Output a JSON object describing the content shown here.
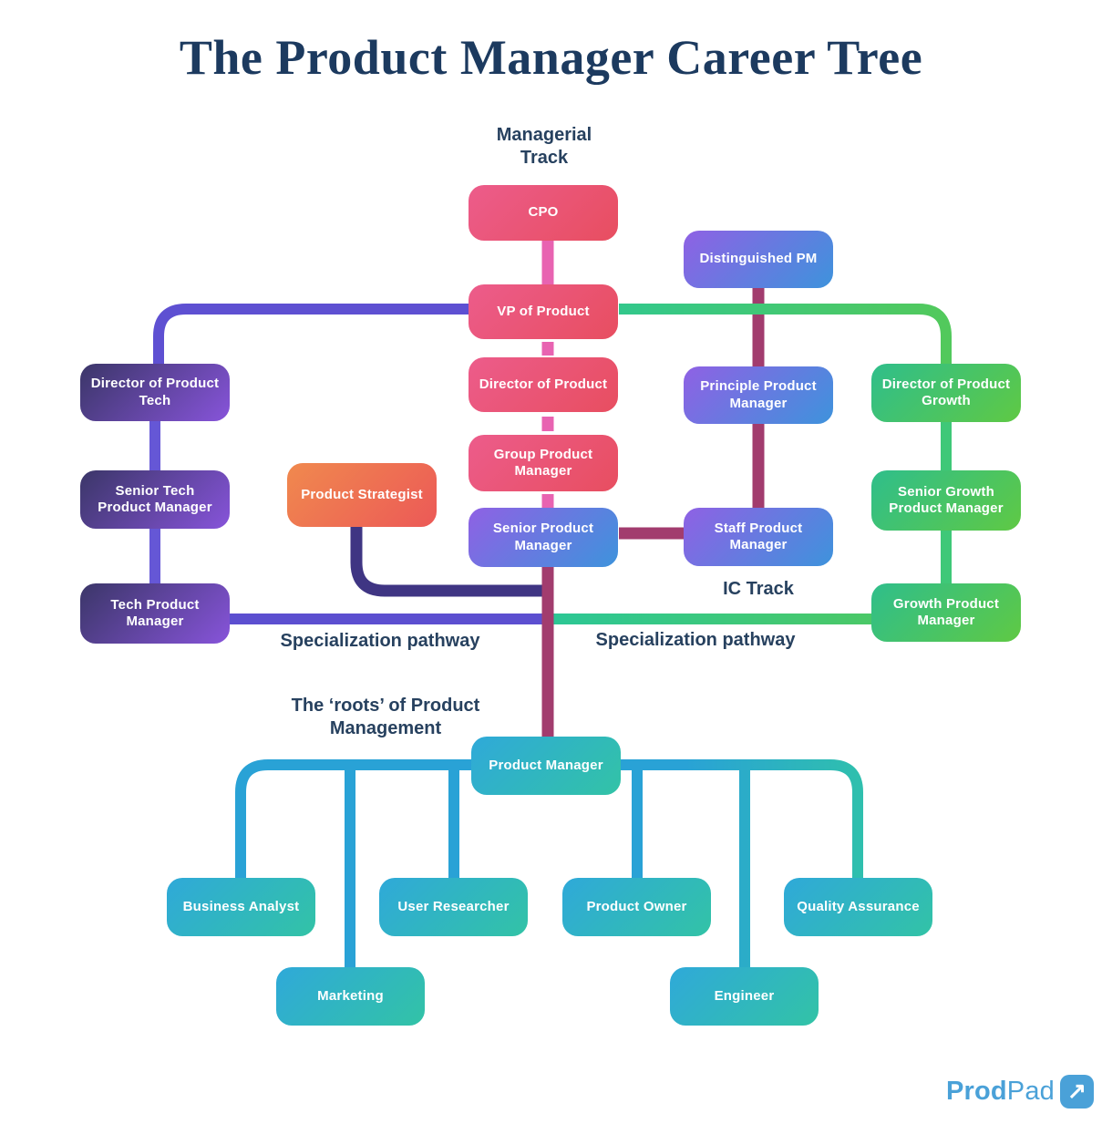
{
  "title": "The Product Manager Career Tree",
  "labels": {
    "managerial_track": "Managerial\nTrack",
    "ic_track": "IC Track",
    "specialization_left": "Specialization pathway",
    "specialization_right": "Specialization pathway",
    "roots": "The ‘roots’ of Product\nManagement"
  },
  "nodes": {
    "cpo": "CPO",
    "vp_of_product": "VP of Product",
    "director_of_product": "Director of Product",
    "group_product_manager": "Group Product\nManager",
    "senior_product_manager": "Senior Product\nManager",
    "distinguished_pm": "Distinguished PM",
    "principle_product_manager": "Principle Product\nManager",
    "staff_product_manager": "Staff Product\nManager",
    "director_of_product_tech": "Director of Product\nTech",
    "senior_tech_product_manager": "Senior Tech\nProduct Manager",
    "tech_product_manager": "Tech Product\nManager",
    "product_strategist": "Product Strategist",
    "director_of_product_growth": "Director of Product\nGrowth",
    "senior_growth_product_manager": "Senior Growth\nProduct Manager",
    "growth_product_manager": "Growth Product\nManager",
    "product_manager": "Product Manager",
    "business_analyst": "Business Analyst",
    "marketing": "Marketing",
    "user_researcher": "User Researcher",
    "product_owner": "Product Owner",
    "engineer": "Engineer",
    "quality_assurance": "Quality Assurance"
  },
  "logo": {
    "prod": "Prod",
    "pad": "Pad",
    "icon": "arrow-up-right-icon",
    "icon_glyph": "↗"
  },
  "colors": {
    "label_navy": "#27415f",
    "managerial_pink": "#ec5c8b",
    "ic_violet": "#8f61e4",
    "tech_purple": "#8754da",
    "growth_green": "#3fc878",
    "strategist_orange": "#f0894e",
    "roots_teal": "#2fa9d9",
    "pathway_maroon": "#a23c6e",
    "pathway_purple": "#5c4fd0",
    "pathway_indigo": "#3f3583",
    "tree_blue": "#29a2d6",
    "brand_blue": "#4aa1d8"
  }
}
